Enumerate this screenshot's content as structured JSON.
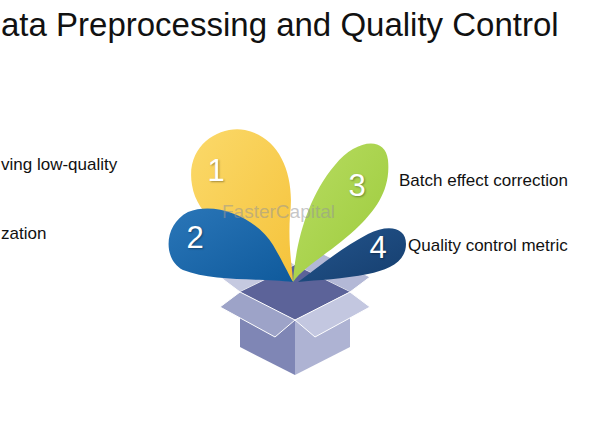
{
  "diagram": {
    "title": "ata Preprocessing and Quality Control",
    "nodes": [
      {
        "text": [
          "1"
        ]
      },
      {
        "text": [
          "2"
        ]
      },
      {
        "text": [
          "3"
        ]
      },
      {
        "text": [
          "4"
        ]
      }
    ],
    "labels": [
      "ving low-quality",
      "zation",
      "Batch effect correction",
      "Quality control metric",
      "FasterCapital"
    ]
  }
}
